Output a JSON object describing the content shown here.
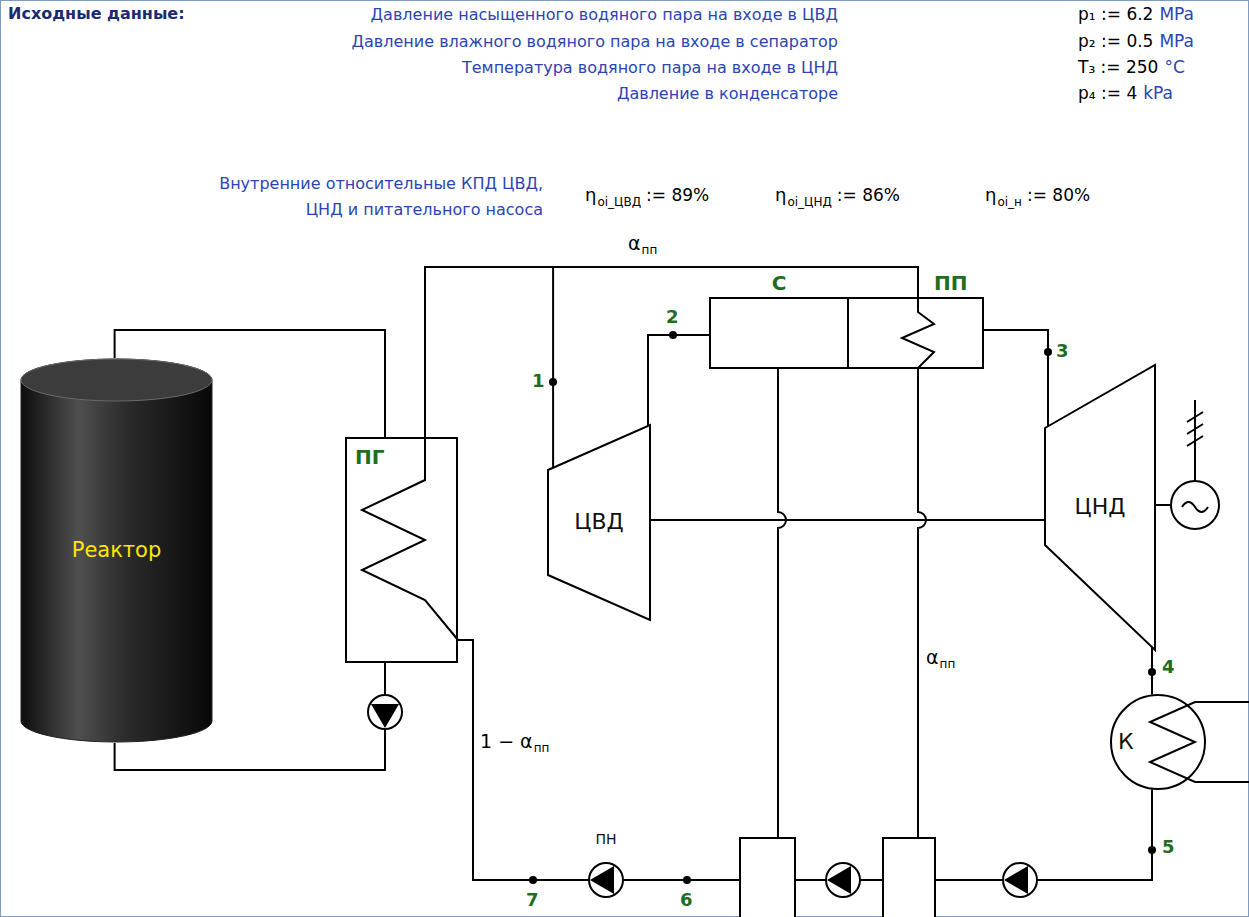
{
  "diagram": {
    "title": "Исходные данные:",
    "nodes": [
      {
        "text": [
          "Реактор"
        ]
      },
      {
        "text": [
          "ПГ"
        ]
      },
      {
        "text": [
          "ЦВД"
        ]
      },
      {
        "text": [
          "С"
        ]
      },
      {
        "text": [
          "ПП"
        ]
      },
      {
        "text": [
          "ЦНД"
        ]
      },
      {
        "text": [
          "К"
        ]
      },
      {
        "text": [
          "ПН"
        ]
      }
    ],
    "edges": [
      {
        "from": 0,
        "to": 1,
        "arrow": "none"
      },
      {
        "from": 1,
        "to": 0,
        "arrow": "none"
      },
      {
        "from": 1,
        "to": 2,
        "arrow": "none"
      },
      {
        "from": 1,
        "to": 4,
        "arrow": "none"
      },
      {
        "from": 2,
        "to": 3,
        "arrow": "none"
      },
      {
        "from": 4,
        "to": 5,
        "arrow": "none"
      },
      {
        "from": 2,
        "to": 5,
        "arrow": "none"
      },
      {
        "from": 5,
        "to": 6,
        "arrow": "none"
      },
      {
        "from": 6,
        "to": 7,
        "arrow": "none"
      },
      {
        "from": 7,
        "to": 1,
        "arrow": "none"
      }
    ],
    "labels": [
      "Давление насыщенного водяного пара на входе в ЦВД",
      "p₁ := 6.2",
      "MPa",
      "Давление влажного водяного пара на входе в сепаратор",
      "p₂ := 0.5",
      "MPa",
      "Температура водяного пара на входе в ЦНД",
      "T₃ := 250",
      "°C",
      "Давление в конденсаторе",
      "p₄ := 4",
      "kPa",
      "Внутренние относительные КПД ЦВД, ЦНД и питательного насоса",
      "η",
      "oi_ЦВД",
      ":= 89%",
      "η",
      "oi_ЦНД",
      ":= 86%",
      "η",
      "oi_н",
      ":= 80%",
      "α",
      "пп",
      "1",
      "2",
      "3",
      "4",
      "5",
      "6",
      "7",
      "α",
      "пп",
      "1 − α",
      "пп"
    ]
  }
}
